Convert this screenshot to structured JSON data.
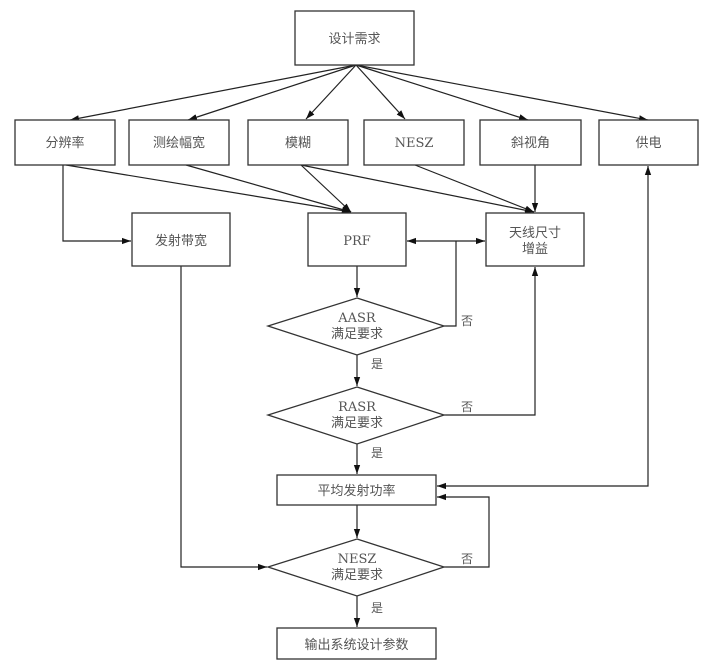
{
  "nodes": {
    "design_req": {
      "label": "设计需求"
    },
    "resolution": {
      "label": "分辨率"
    },
    "swath": {
      "label": "测绘幅宽"
    },
    "ambiguity": {
      "label": "模糊"
    },
    "nesz_req": {
      "label": "NESZ"
    },
    "squint": {
      "label": "斜视角"
    },
    "power_supply": {
      "label": "供电"
    },
    "tx_bandwidth": {
      "label": "发射带宽"
    },
    "prf": {
      "label": "PRF"
    },
    "antenna": {
      "label_line1": "天线尺寸",
      "label_line2": "增益"
    },
    "aasr_check": {
      "label_line1": "AASR",
      "label_line2": "满足要求"
    },
    "rasr_check": {
      "label_line1": "RASR",
      "label_line2": "满足要求"
    },
    "avg_power": {
      "label": "平均发射功率"
    },
    "nesz_check": {
      "label_line1": "NESZ",
      "label_line2": "满足要求"
    },
    "output": {
      "label": "输出系统设计参数"
    }
  },
  "edge_labels": {
    "yes": "是",
    "no": "否"
  }
}
